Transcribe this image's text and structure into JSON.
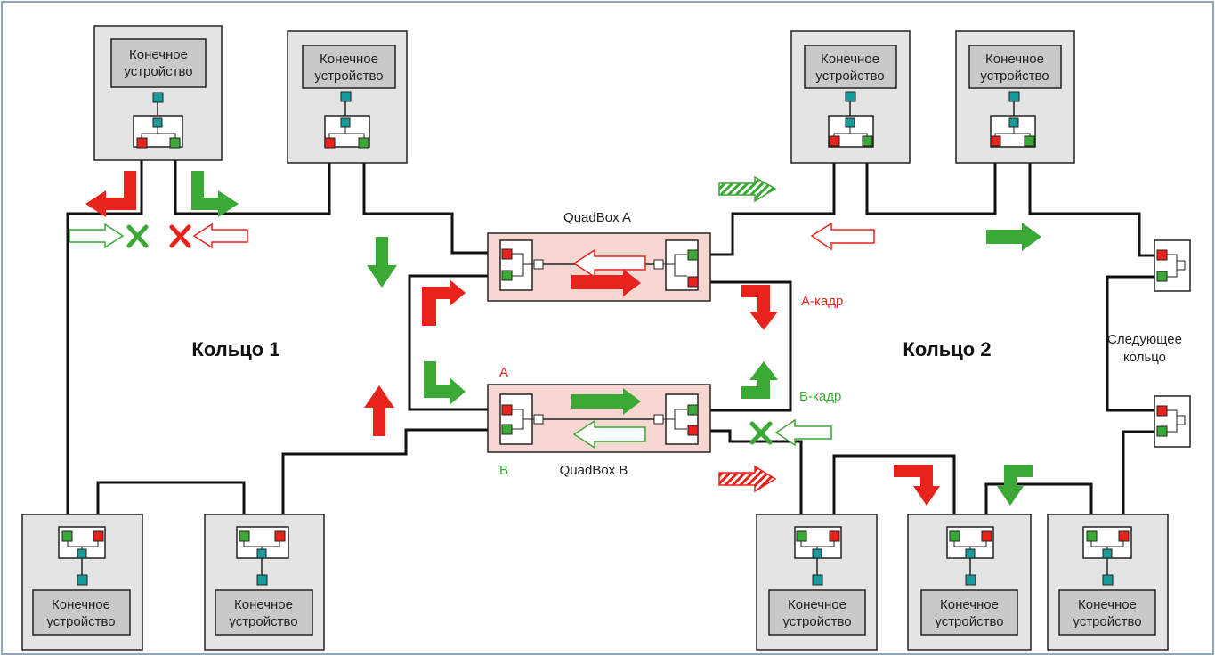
{
  "colors": {
    "red": "#e8231c",
    "green": "#3aa935",
    "teal": "#1a9a9a",
    "quad_fill": "#f8d7d2",
    "device_fill": "#e4e4e4",
    "frame": "#8fa6bf"
  },
  "device_label_line1": "Конечное",
  "device_label_line2": "устройство",
  "devices": [
    {
      "id": "top-1"
    },
    {
      "id": "top-2"
    },
    {
      "id": "top-3"
    },
    {
      "id": "top-4"
    },
    {
      "id": "bottom-1"
    },
    {
      "id": "bottom-2"
    },
    {
      "id": "bottom-3"
    },
    {
      "id": "bottom-4"
    },
    {
      "id": "bottom-5"
    }
  ],
  "quadbox_a": "QuadBox A",
  "quadbox_b": "QuadBox B",
  "ring1": "Кольцо 1",
  "ring2": "Кольцо 2",
  "next_ring_line1": "Следующее",
  "next_ring_line2": "кольцо",
  "port_a": "A",
  "port_b": "B",
  "frame_a": "A-кадр",
  "frame_b": "B-кадр",
  "icons": [
    "arrow-icon",
    "close-icon"
  ]
}
